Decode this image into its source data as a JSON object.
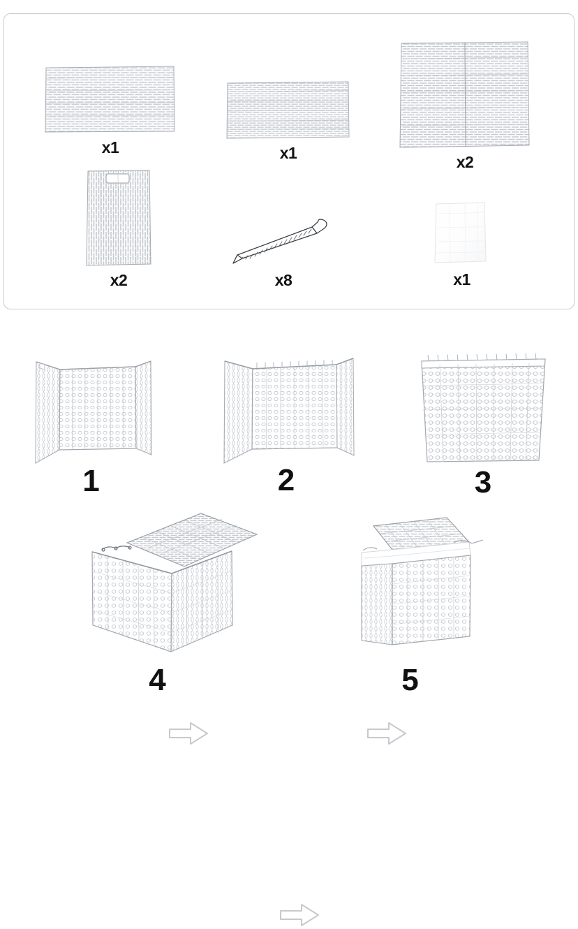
{
  "document": {
    "type": "assembly-instruction-diagram",
    "product": "woven wicker laundry hamper with lid and fabric liner",
    "panel_count": 2
  },
  "parts_panel": {
    "name": "parts-list",
    "parts": [
      {
        "id": "front-panel",
        "icon": "woven-rectangular-panel",
        "quantity_label": "x1",
        "description": "wide woven rectangular panel"
      },
      {
        "id": "back-panel",
        "icon": "woven-rectangular-panel",
        "quantity_label": "x1",
        "description": "woven rectangular panel"
      },
      {
        "id": "side-panel-large",
        "icon": "woven-square-panel",
        "quantity_label": "x2",
        "description": "large woven square panel"
      },
      {
        "id": "end-panel-handle",
        "icon": "woven-panel-with-handle-cutout",
        "quantity_label": "x2",
        "description": "tall woven panel with handle cutout"
      },
      {
        "id": "screw",
        "icon": "screw-icon",
        "quantity_label": "x8",
        "description": "flat head wood screw"
      },
      {
        "id": "fabric-liner",
        "icon": "fabric-liner-icon",
        "quantity_label": "x1",
        "description": "white cloth fabric liner"
      }
    ]
  },
  "steps_panel": {
    "name": "assembly-steps",
    "steps": [
      {
        "number": "1",
        "icon": "basket-three-panels-open",
        "description": "three panels joined forming U shape"
      },
      {
        "number": "2",
        "icon": "basket-four-panels-open",
        "description": "fourth panel attached, box open at top"
      },
      {
        "number": "3",
        "icon": "basket-body-complete",
        "description": "completed basket body"
      },
      {
        "number": "4",
        "icon": "basket-with-open-lid",
        "description": "basket with lid attached and open"
      },
      {
        "number": "5",
        "icon": "basket-with-liner-closed",
        "description": "basket with fabric liner inserted, lid closed"
      }
    ],
    "arrows": [
      {
        "id": "arrow-1-to-2",
        "icon": "arrow-right-icon",
        "direction": "right"
      },
      {
        "id": "arrow-2-to-3",
        "icon": "arrow-right-icon",
        "direction": "right"
      },
      {
        "id": "arrow-4-to-5",
        "icon": "arrow-right-icon",
        "direction": "right"
      }
    ]
  },
  "colors": {
    "border": "#c9ccd0",
    "weave_stroke": "#9aa0a6",
    "weave_light": "#d5d8dc",
    "arrow_stroke": "#c2c5c9",
    "label_text": "#141414",
    "background": "#ffffff"
  }
}
